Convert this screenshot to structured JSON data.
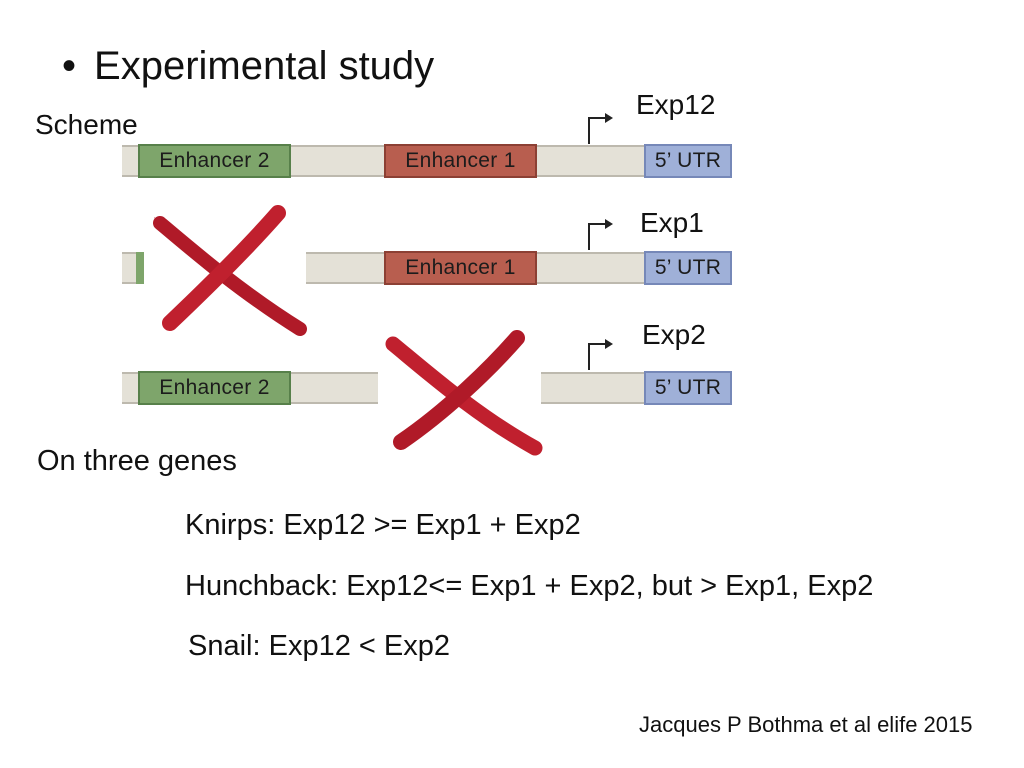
{
  "slide": {
    "bullet": "•",
    "title": "Experimental study",
    "scheme_label": "Scheme",
    "genes_label": "On three genes",
    "citation": "Jacques P Bothma  et al elife 2015"
  },
  "constructs": [
    {
      "label": "Exp12",
      "enhancer2": "Enhancer 2",
      "enhancer1": "Enhancer 1",
      "utr": "5’ UTR"
    },
    {
      "label": "Exp1",
      "enhancer1": "Enhancer 1",
      "utr": "5’ UTR"
    },
    {
      "label": "Exp2",
      "enhancer2": "Enhancer 2",
      "utr": "5’ UTR"
    }
  ],
  "results": [
    "Knirps: Exp12 >= Exp1 + Exp2",
    "Hunchback: Exp12<= Exp1 + Exp2, but > Exp1, Exp2",
    "Snail: Exp12 < Exp2"
  ],
  "colors": {
    "enhancer2": "#7ea56b",
    "enhancer1": "#b85e4f",
    "utr": "#9fb0d8",
    "dna": "#e4e1d7",
    "deletion_mark": "#c0202e"
  }
}
